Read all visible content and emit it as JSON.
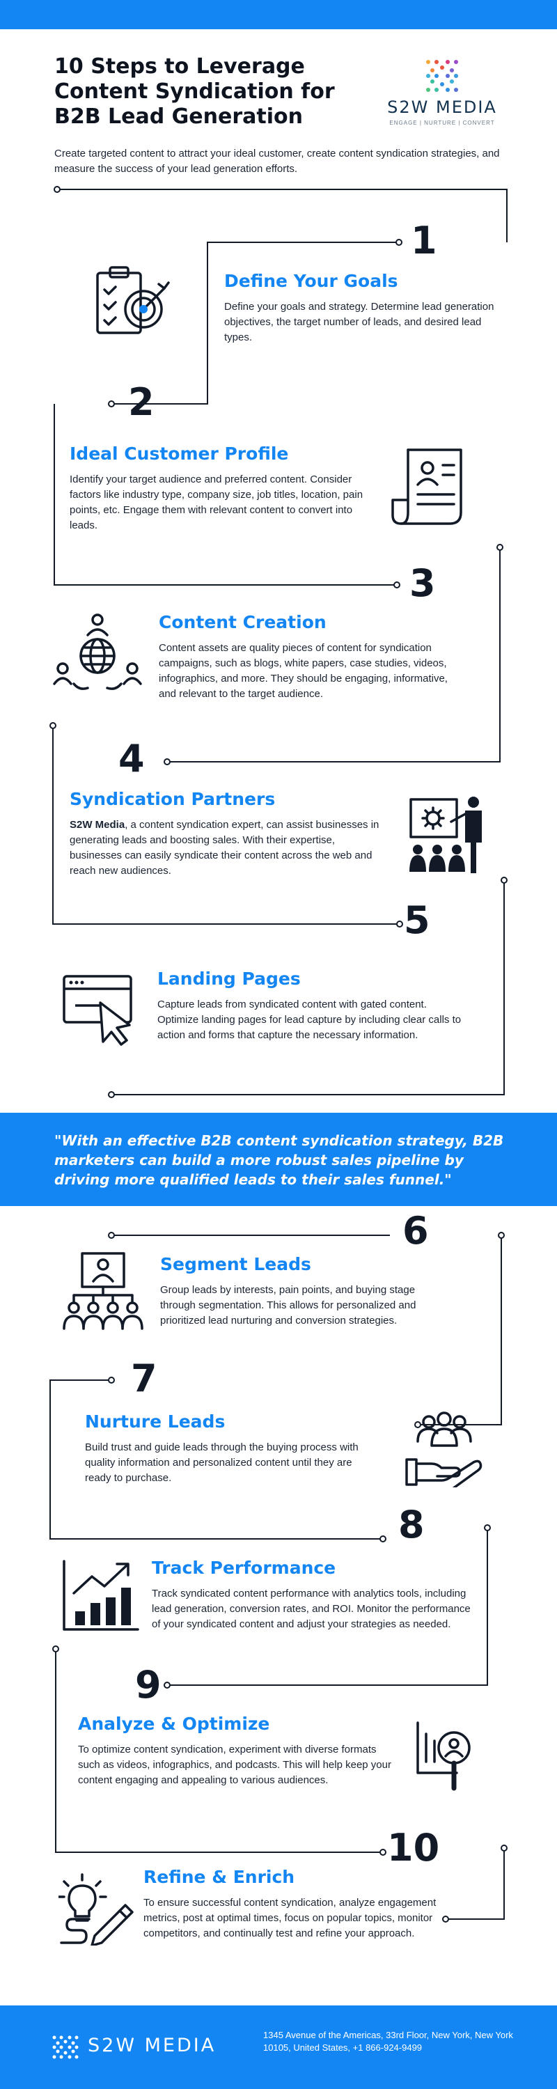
{
  "header": {
    "title": "10 Steps to Leverage Content Syndication for B2B Lead Generation",
    "logo_text": "S2W MEDIA",
    "logo_tagline": "ENGAGE | NURTURE | CONVERT",
    "intro": "Create targeted content to attract your ideal customer, create content syndication strategies, and measure the success of your lead generation efforts."
  },
  "steps": [
    {
      "number": "1",
      "title": "Define Your Goals",
      "text": "Define your goals and strategy. Determine lead generation objectives, the target number of leads, and desired lead types.",
      "icon": "target-checklist-icon"
    },
    {
      "number": "2",
      "title": "Ideal Customer Profile",
      "text": "Identify your target audience and preferred content. Consider factors like industry type, company size, job titles, location, pain points, etc. Engage them with relevant content to convert into leads.",
      "icon": "profile-document-icon"
    },
    {
      "number": "3",
      "title": "Content Creation",
      "text": "Content assets are quality pieces of content for syndication campaigns, such as blogs, white papers, case studies, videos, infographics, and more. They should be engaging, informative, and relevant to the target audience.",
      "icon": "globe-people-icon"
    },
    {
      "number": "4",
      "title": "Syndication Partners",
      "text_bold": "S2W Media",
      "text": ", a content syndication expert, can assist businesses in generating leads and boosting sales. With their expertise, businesses can easily syndicate their content across the web and reach new audiences.",
      "icon": "presentation-icon"
    },
    {
      "number": "5",
      "title": "Landing Pages",
      "text": "Capture leads from syndicated content with gated content. Optimize landing pages for lead capture by including clear calls to action and forms that capture the necessary information.",
      "icon": "browser-cursor-icon"
    },
    {
      "number": "6",
      "title": "Segment Leads",
      "text": "Group leads by interests, pain points, and buying stage through segmentation. This allows for personalized and prioritized lead nurturing and conversion strategies.",
      "icon": "org-chart-icon"
    },
    {
      "number": "7",
      "title": "Nurture Leads",
      "text": "Build trust and guide leads through the buying process with quality information and personalized content until they are ready to purchase.",
      "icon": "hand-people-icon"
    },
    {
      "number": "8",
      "title": "Track Performance",
      "text": "Track syndicated content performance with analytics tools, including lead generation, conversion rates, and ROI. Monitor the performance of your syndicated content and adjust your strategies as needed.",
      "icon": "bar-chart-icon"
    },
    {
      "number": "9",
      "title": "Analyze & Optimize",
      "text": "To optimize content syndication, experiment with diverse formats such as videos, infographics, and podcasts. This will help keep your content engaging and appealing to various audiences.",
      "icon": "magnifier-chart-icon"
    },
    {
      "number": "10",
      "title": "Refine & Enrich",
      "text": "To ensure successful content syndication, analyze engagement metrics, post at optimal times, focus on popular topics, monitor competitors, and continually test and refine your approach.",
      "icon": "lightbulb-pencil-icon"
    }
  ],
  "quote": "\"With an effective B2B content syndication strategy, B2B marketers can build a more robust sales pipeline by driving more qualified leads to their sales funnel.\"",
  "footer": {
    "brand": "S2W MEDIA",
    "address": "1345 Avenue of the Americas, 33rd Floor, New York, New York 10105, United States, +1 866-924-9499"
  },
  "colors": {
    "accent": "#1386f3",
    "dark": "#121a28"
  }
}
